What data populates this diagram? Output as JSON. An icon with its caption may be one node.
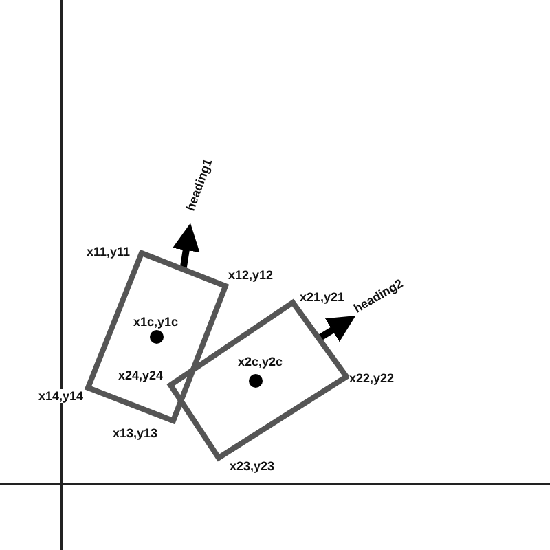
{
  "diagram": {
    "nodes": [
      {
        "text": [
          "x1c,y1c"
        ],
        "beside": [
          "x11,y11",
          "x12,y12",
          "x14,y14",
          "x13,y13"
        ]
      },
      {
        "text": [
          "x2c,y2c"
        ],
        "beside": [
          "x21,y21",
          "x22,y22",
          "x23,y23",
          "x24,y24"
        ]
      }
    ],
    "edges": [],
    "labels": [
      "heading1",
      "heading2"
    ]
  }
}
